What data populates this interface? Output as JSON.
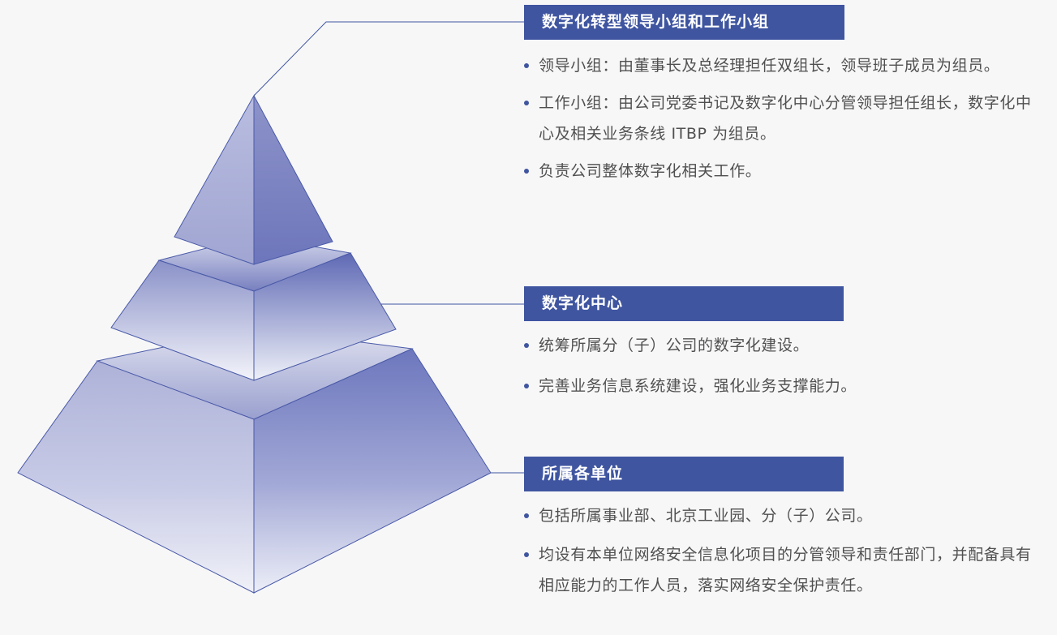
{
  "sections": [
    {
      "title": "数字化转型领导小组和工作小组",
      "bullets": [
        "领导小组：由董事长及总经理担任双组长，领导班子成员为组员。",
        "工作小组：由公司党委书记及数字化中心分管领导担任组长，数字化中心及相关业务条线 ITBP 为组员。",
        "负责公司整体数字化相关工作。"
      ]
    },
    {
      "title": "数字化中心",
      "bullets": [
        "统筹所属分（子）公司的数字化建设。",
        "完善业务信息系统建设，强化业务支撑能力。"
      ]
    },
    {
      "title": "所属各单位",
      "bullets": [
        "包括所属事业部、北京工业园、分（子）公司。",
        "均设有本单位网络安全信息化项目的分管领导和责任部门，并配备具有相应能力的工作人员，落实网络安全保护责任。"
      ]
    }
  ],
  "colors": {
    "header_bg": "#3f55a0",
    "bullet_dot": "#3f55a0",
    "text": "#505050",
    "pyramid_light": "#e8eaf5",
    "pyramid_dark": "#7e86c4",
    "connector": "#3f55a0",
    "background": "#f7f7f8"
  }
}
